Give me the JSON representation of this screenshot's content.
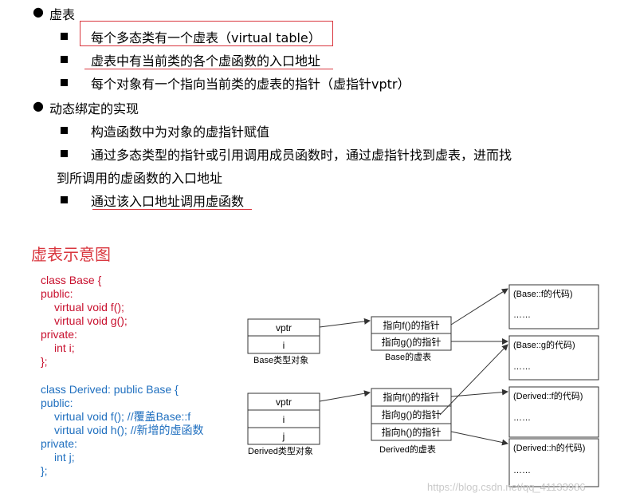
{
  "outline": {
    "h1_a": "虚表",
    "b1": "每个多态类有一个虚表（virtual table）",
    "b2": "虚表中有当前类的各个虚函数的入口地址",
    "b3": "每个对象有一个指向当前类的虚表的指针（虚指针vptr）",
    "h1_b": "动态绑定的实现",
    "b4": "构造函数中为对象的虚指针赋值",
    "b5a": "通过多态类型的指针或引用调用成员函数时，通过虚指针找到虚表，进而找",
    "b5b": "到所调用的虚函数的入口地址",
    "b6": "通过该入口地址调用虚函数"
  },
  "diagram_title": "虚表示意图",
  "code_base": [
    "class Base {",
    "public:",
    "    virtual void f();",
    "    virtual void g();",
    "private:",
    "    int i;",
    "};"
  ],
  "code_derived": [
    "class Derived: public Base {",
    "public:",
    "    virtual void f(); //覆盖Base::f",
    "    virtual void h(); //新增的虚函数",
    "private:",
    "    int j;",
    "};"
  ],
  "diagram": {
    "base_obj": [
      "vptr",
      "i"
    ],
    "base_obj_label": "Base类型对象",
    "base_vt": [
      "指向f()的指针",
      "指向g()的指针"
    ],
    "base_vt_label": "Base的虚表",
    "derived_obj": [
      "vptr",
      "i",
      "j"
    ],
    "derived_obj_label": "Derived类型对象",
    "derived_vt": [
      "指向f()的指针",
      "指向g()的指针",
      "指向h()的指针"
    ],
    "derived_vt_label": "Derived的虚表",
    "code_boxes": [
      {
        "title": "(Base::f的代码)",
        "dots": "……"
      },
      {
        "title": "(Base::g的代码)",
        "dots": "……"
      },
      {
        "title": "(Derived::f的代码)",
        "dots": "……"
      },
      {
        "title": "(Derived::h的代码)",
        "dots": "……"
      }
    ]
  },
  "watermark": "https://blog.csdn.net/qq_41133986"
}
